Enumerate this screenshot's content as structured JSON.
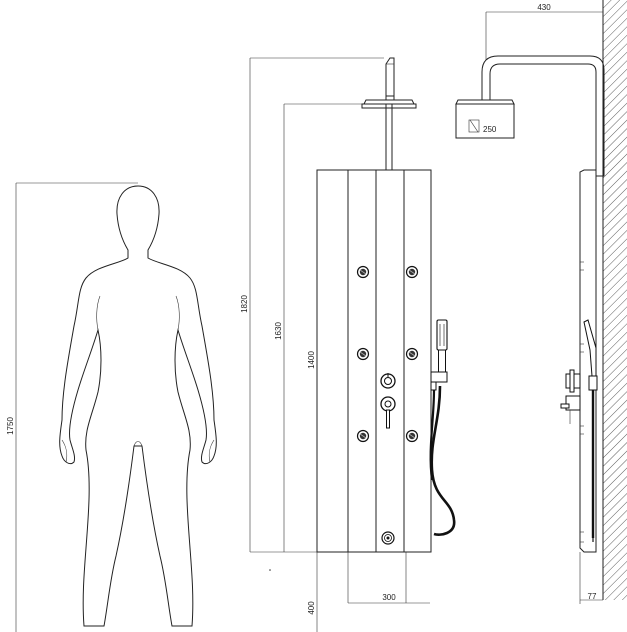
{
  "dimensions": {
    "person_height": "1750",
    "total_height": "1820",
    "head_height": "1630",
    "panel_height": "1400",
    "floor_offset": "400",
    "panel_width": "300",
    "arm_length": "430",
    "head_size": "250",
    "wall_depth": "77"
  },
  "colors": {
    "line": "#222222",
    "background": "#ffffff"
  }
}
